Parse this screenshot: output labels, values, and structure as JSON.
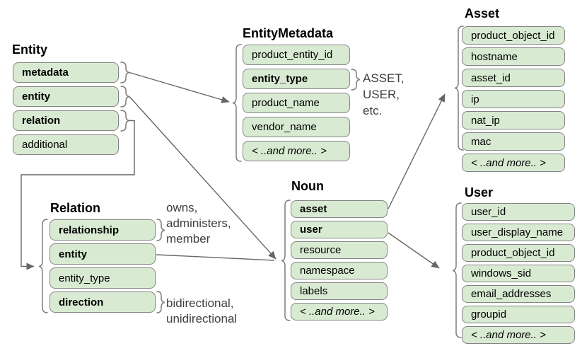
{
  "diagram": {
    "colors": {
      "field_fill": "#d9ead3",
      "field_border": "#848484",
      "line": "#666666",
      "text": "#000000",
      "annotation": "#3c4043"
    },
    "tables": {
      "entity": {
        "title": "Entity",
        "fields": [
          {
            "label": "metadata",
            "bold": true
          },
          {
            "label": "entity",
            "bold": true
          },
          {
            "label": "relation",
            "bold": true
          },
          {
            "label": "additional",
            "bold": false
          }
        ]
      },
      "entity_metadata": {
        "title": "EntityMetadata",
        "fields": [
          {
            "label": "product_entity_id",
            "bold": false
          },
          {
            "label": "entity_type",
            "bold": true
          },
          {
            "label": "product_name",
            "bold": false
          },
          {
            "label": "vendor_name",
            "bold": false
          },
          {
            "label": "< ..and more.. >",
            "bold": false,
            "italic": true
          }
        ]
      },
      "asset": {
        "title": "Asset",
        "fields": [
          {
            "label": "product_object_id",
            "bold": false
          },
          {
            "label": "hostname",
            "bold": false
          },
          {
            "label": "asset_id",
            "bold": false
          },
          {
            "label": "ip",
            "bold": false
          },
          {
            "label": "nat_ip",
            "bold": false
          },
          {
            "label": "mac",
            "bold": false
          },
          {
            "label": "< ..and more.. >",
            "bold": false,
            "italic": true
          }
        ]
      },
      "noun": {
        "title": "Noun",
        "fields": [
          {
            "label": "asset",
            "bold": true
          },
          {
            "label": "user",
            "bold": true
          },
          {
            "label": "resource",
            "bold": false
          },
          {
            "label": "namespace",
            "bold": false
          },
          {
            "label": "labels",
            "bold": false
          },
          {
            "label": "< ..and more.. >",
            "bold": false,
            "italic": true
          }
        ]
      },
      "user": {
        "title": "User",
        "fields": [
          {
            "label": "user_id",
            "bold": false
          },
          {
            "label": "user_display_name",
            "bold": false
          },
          {
            "label": "product_object_id",
            "bold": false
          },
          {
            "label": "windows_sid",
            "bold": false
          },
          {
            "label": "email_addresses",
            "bold": false
          },
          {
            "label": "groupid",
            "bold": false
          },
          {
            "label": "< ..and more.. >",
            "bold": false,
            "italic": true
          }
        ]
      },
      "relation": {
        "title": "Relation",
        "fields": [
          {
            "label": "relationship",
            "bold": true
          },
          {
            "label": "entity",
            "bold": true
          },
          {
            "label": "entity_type",
            "bold": false
          },
          {
            "label": "direction",
            "bold": true
          }
        ]
      }
    },
    "annotations": {
      "entity_type_values": "ASSET,\nUSER,\netc.",
      "relationship_values": "owns,\nadministers,\nmember",
      "direction_values": "bidirectional,\nunidirectional"
    },
    "edges": [
      {
        "from": "Entity.metadata",
        "to": "EntityMetadata"
      },
      {
        "from": "Entity.entity",
        "to": "Noun"
      },
      {
        "from": "Entity.relation",
        "to": "Relation"
      },
      {
        "from": "Relation.entity",
        "to": "Noun"
      },
      {
        "from": "Noun.asset",
        "to": "Asset"
      },
      {
        "from": "Noun.user",
        "to": "User"
      },
      {
        "from": "EntityMetadata.entity_type",
        "to": "annotation:entity_type_values"
      },
      {
        "from": "Relation.relationship",
        "to": "annotation:relationship_values"
      },
      {
        "from": "Relation.direction",
        "to": "annotation:direction_values"
      }
    ]
  }
}
